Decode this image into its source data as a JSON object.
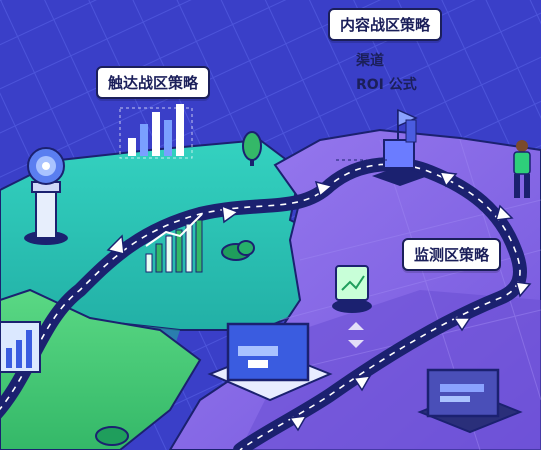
{
  "labels": {
    "content_zone": "内容战区策略",
    "reach_zone": "触达战区策略",
    "monitor_zone": "监测区策略",
    "channel_text": "渠道",
    "roi_formula": "ROI 公式"
  },
  "colors": {
    "sea_top": "#3a3fc8",
    "sea_lines": "#5a62e0",
    "teal_land": "#2ac6b6",
    "green_land": "#4fd07a",
    "purple_land": "#8a6fe8",
    "road": "#1b2170",
    "road_dash": "#ffffff",
    "label_text": "#1b1f5a"
  },
  "icons": [
    "target-trophy-icon",
    "bar-chart-icon",
    "tree-icon",
    "bush-icon",
    "monitor-icon",
    "laptop-icon",
    "person-icon",
    "flag-icon",
    "tablet-icon",
    "arrow-icon"
  ]
}
